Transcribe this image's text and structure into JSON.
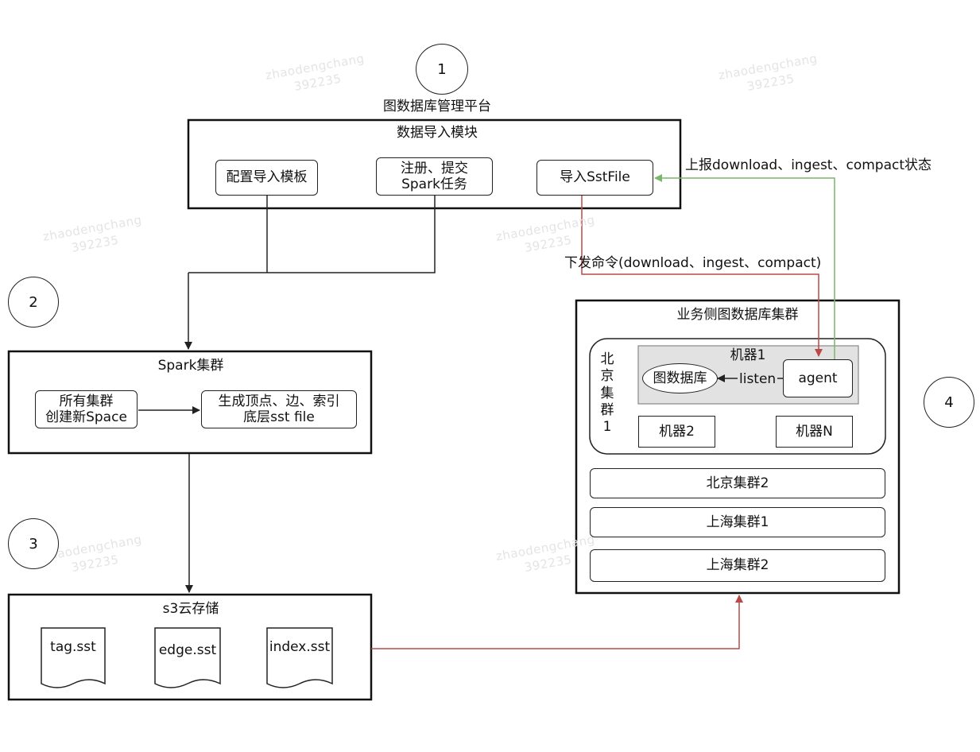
{
  "watermark": {
    "line1": "zhaodengchang",
    "line2": "392235"
  },
  "step_markers": [
    "1",
    "2",
    "3",
    "4"
  ],
  "platform": {
    "title": "图数据库管理平台",
    "module_title": "数据导入模块",
    "config_template": "配置导入模板",
    "submit_line1": "注册、提交",
    "submit_line2": "Spark任务",
    "import_sst": "导入SstFile"
  },
  "spark": {
    "title": "Spark集群",
    "create_line1": "所有集群",
    "create_line2": "创建新Space",
    "gen_line1": "生成顶点、边、索引",
    "gen_line2": "底层sst file"
  },
  "storage": {
    "title": "s3云存储",
    "files": [
      "tag.sst",
      "edge.sst",
      "index.sst"
    ]
  },
  "business": {
    "title": "业务侧图数据库集群",
    "beijing1_chars": [
      "北",
      "京",
      "集",
      "群",
      "1"
    ],
    "machine1": "机器1",
    "graph_db": "图数据库",
    "listen": "listen",
    "agent": "agent",
    "machine2": "机器2",
    "machineN": "机器N",
    "beijing2": "北京集群2",
    "shanghai1": "上海集群1",
    "shanghai2": "上海集群2"
  },
  "edges": {
    "report_status": "上报download、ingest、compact状态",
    "dispatch_command": "下发命令(download、ingest、compact)"
  },
  "colors": {
    "line": "#222222",
    "red_arrow": "#b94a48",
    "green_arrow": "#7cb66a",
    "machine1_fill": "#e2e2e2"
  }
}
